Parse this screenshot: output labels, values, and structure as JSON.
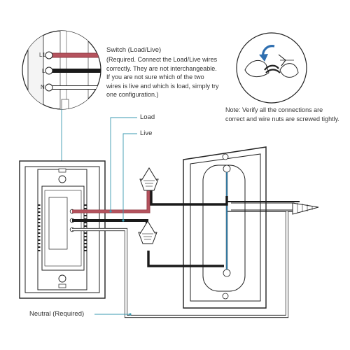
{
  "terminals": {
    "l1": "L1",
    "l": "L",
    "n": "N"
  },
  "callout": {
    "switch_label": "Switch (Load/Live)",
    "switch_note": "(Required. Connect the Load/Live wires\ncorrectly. They are not interchangeable.\nIf you are not sure which of the two\nwires is live and which is load, simply try\none configuration.)"
  },
  "note": {
    "text": "Note: Verify all the connections are\ncorrect and wire nuts are screwed tightly."
  },
  "wire_labels": {
    "load": "Load",
    "live": "Live",
    "neutral": "Neutral (Required)"
  },
  "colors": {
    "load_wire": "#b5535e",
    "live_wire": "#1a1a1a",
    "neutral_wire": "#ffffff",
    "ground_wire": "#3a8fc0",
    "leader_line": "#3a9ab0",
    "outline": "#222222"
  }
}
